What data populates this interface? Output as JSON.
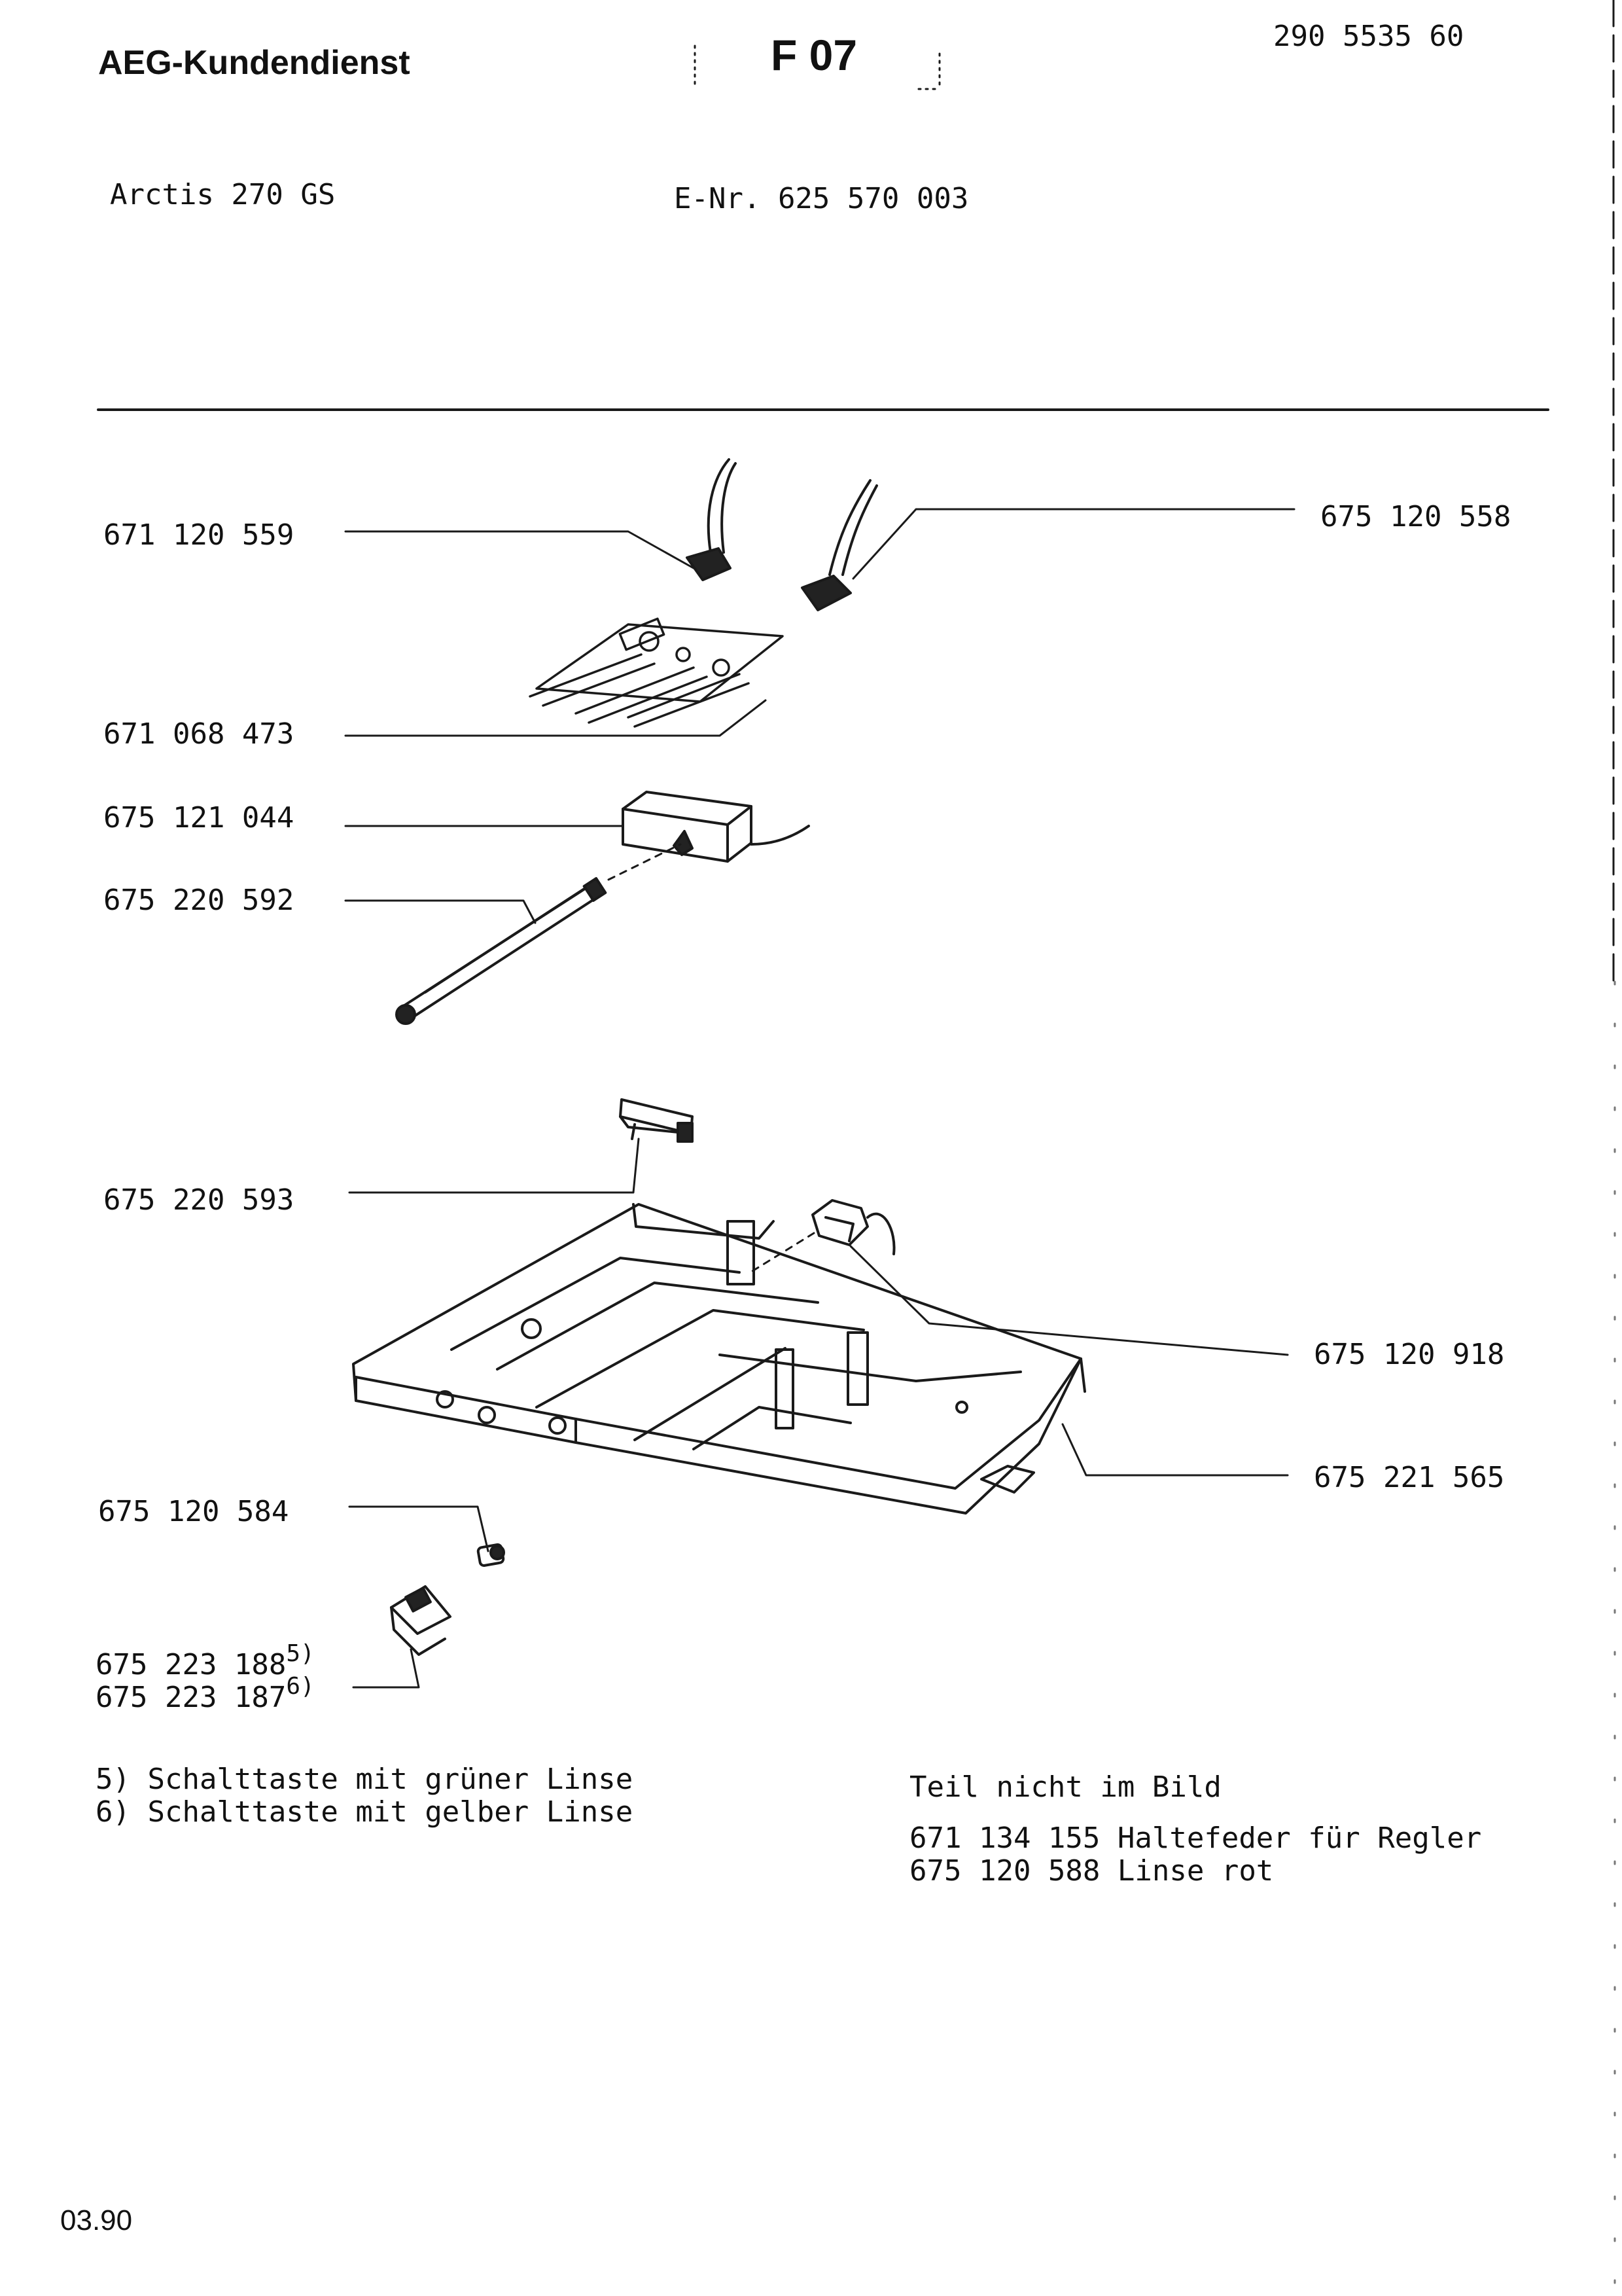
{
  "header": {
    "brand": "AEG-Kundendienst",
    "sheet": "F 07",
    "doc_number": "290 5535 60",
    "model": "Arctis 270 GS",
    "enr": "E-Nr. 625 570 003"
  },
  "parts": [
    {
      "number": "671 120 559"
    },
    {
      "number": "675 120 558"
    },
    {
      "number": "671 068 473"
    },
    {
      "number": "675 121 044"
    },
    {
      "number": "675 220 592"
    },
    {
      "number": "675 220 593"
    },
    {
      "number": "675 120 918"
    },
    {
      "number": "675 221 565"
    },
    {
      "number": "675 120 584"
    },
    {
      "number": "675 223 188",
      "footnote": "5)"
    },
    {
      "number": "675 223 187",
      "footnote": "6)"
    }
  ],
  "footnotes": [
    "5) Schalttaste mit grüner Linse",
    "6) Schalttaste mit gelber Linse"
  ],
  "not_shown": {
    "title": "Teil nicht im Bild",
    "items": [
      "671 134 155 Haltefeder für Regler",
      "675 120 588 Linse rot"
    ]
  },
  "footer": {
    "date": "03.90"
  }
}
